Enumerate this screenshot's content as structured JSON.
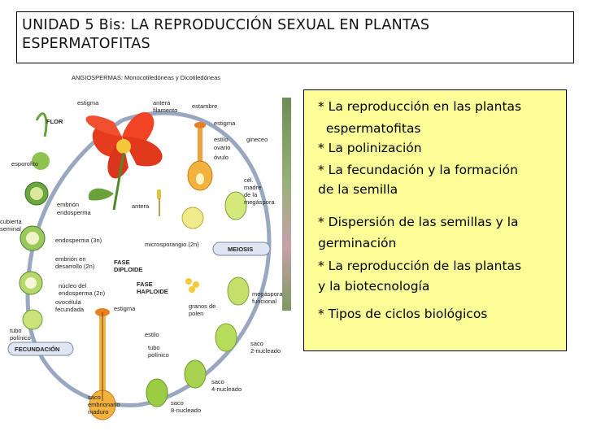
{
  "title": {
    "line1": "UNIDAD 5 Bis: LA REPRODUCCIÓN SEXUAL EN PLANTAS",
    "line2": "ESPERMATOFITAS"
  },
  "topics": [
    {
      "l1": "* La reproducción en las plantas",
      "l2": "  espermatofitas"
    },
    {
      "l1": "* La polinización"
    },
    {
      "l1": "* La fecundación y la formación",
      "l2": "de la semilla"
    },
    {
      "l1": "* Dispersión de las semillas y la",
      "l2": "germinación"
    },
    {
      "l1": "* La reproducción de las plantas",
      "l2": "y la biotecnología"
    },
    {
      "l1": "* Tipos de ciclos biológicos"
    }
  ],
  "diagram": {
    "header": "ANGIOSPERMAS: Monocotiledóneas y Dicotiledóneas",
    "labels": {
      "estigma_top": "estigma",
      "antera_filamento": "antera\nfilamento",
      "estambre": "estambre",
      "flor": "FLOR",
      "estigma_r": "estigma",
      "estilo": "estilo",
      "ovario": "ovario",
      "gineceo": "gineceo",
      "ovulo": "óvulo",
      "esporofito": "esporofito",
      "cel_madre": "cél.\nmadre\nde la\nmegáspora",
      "antera": "antera",
      "embrion": "embrión",
      "endosperma": "endosperma",
      "cubierta": "cubierta\nseminal",
      "endosperma3n": "endosperma (3n)",
      "microsporangio": "microsporangio (2n)",
      "embrion_desarrollo": "embrión en\ndesarrollo (2n)",
      "fase_diploide": "FASE\nDIPLOIDE",
      "meiosis": "MEIOSIS",
      "nucleo_endosperma": "núcleo del\nendosperma (2n)",
      "fase_haploide": "FASE\nHAPLOIDE",
      "ovocelula": "ovocélula\nfecundada",
      "estigma_low": "estigma",
      "granos_polen": "granos de\npolen",
      "megaspora": "megáspora\nfuncional",
      "tubo_polinico_l": "tubo\npolínico",
      "estilo_low": "estilo",
      "tubo_polinico_c": "tubo\npolínico",
      "saco2": "saco\n2-nucleado",
      "fecundacion": "FECUNDACIÓN",
      "saco4": "saco\n4-nucleado",
      "saco_embrionario": "saco\nembrionario\nmaduro",
      "saco8": "saco\n8-nucleado"
    }
  }
}
